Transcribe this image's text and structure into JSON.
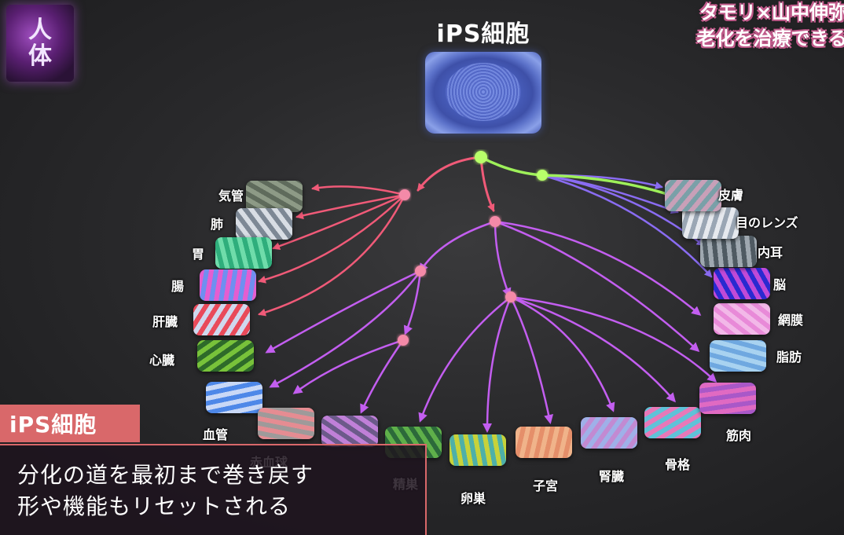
{
  "logo": {
    "text_top": "人",
    "text_bottom": "体"
  },
  "header": {
    "line1": "タモリ×山中伸弥",
    "line2": "老化を治療できる"
  },
  "title": "iPS細胞",
  "caption": {
    "tag": "iPS細胞",
    "line1": "分化の道を最初まで巻き戻す",
    "line2": "形や機能もリセットされる"
  },
  "cells": [
    {
      "id": "kikan",
      "label": "気管",
      "colors": [
        "#8d9a86",
        "#5f6b5c"
      ]
    },
    {
      "id": "hai",
      "label": "肺",
      "colors": [
        "#d8dde4",
        "#7d8895"
      ]
    },
    {
      "id": "i",
      "label": "胃",
      "colors": [
        "#6fdcaa",
        "#2fae7c"
      ]
    },
    {
      "id": "cho",
      "label": "腸",
      "colors": [
        "#e45ed0",
        "#6f8ff0"
      ]
    },
    {
      "id": "kanzo",
      "label": "肝臓",
      "colors": [
        "#e94a5a",
        "#cfd8ee"
      ]
    },
    {
      "id": "shinzo",
      "label": "心臓",
      "colors": [
        "#78c23a",
        "#2e6a2a"
      ]
    },
    {
      "id": "kekkan",
      "label": "血管",
      "colors": [
        "#4e88e8",
        "#c9d8f6"
      ]
    },
    {
      "id": "sekkekkyu",
      "label": "赤血球",
      "colors": [
        "#e58c92",
        "#9e9a9a"
      ]
    },
    {
      "id": "hakkekkyu",
      "label": "",
      "colors": [
        "#c080d8",
        "#6c5a8a"
      ]
    },
    {
      "id": "seiso",
      "label": "精巣",
      "colors": [
        "#5fb04a",
        "#2c6a3a"
      ]
    },
    {
      "id": "ransou",
      "label": "卵巣",
      "colors": [
        "#c7d23a",
        "#4eb0a8"
      ]
    },
    {
      "id": "shikyu",
      "label": "子宮",
      "colors": [
        "#f0b38a",
        "#e58f6a"
      ]
    },
    {
      "id": "jinzo",
      "label": "腎臓",
      "colors": [
        "#9fb0e8",
        "#c28ad2"
      ]
    },
    {
      "id": "kokkaku",
      "label": "骨格",
      "colors": [
        "#e878b8",
        "#5fc2d8"
      ]
    },
    {
      "id": "kinniku",
      "label": "筋肉",
      "colors": [
        "#a958c8",
        "#e06ac2"
      ]
    },
    {
      "id": "shibou",
      "label": "脂肪",
      "colors": [
        "#a8d2f0",
        "#6fa8e0"
      ]
    },
    {
      "id": "moumaku",
      "label": "網膜",
      "colors": [
        "#e88ad8",
        "#f2b8e8"
      ]
    },
    {
      "id": "nou",
      "label": "脳",
      "colors": [
        "#c04ad8",
        "#2a2ad0"
      ]
    },
    {
      "id": "naiji",
      "label": "内耳",
      "colors": [
        "#9fa8b0",
        "#4f5a62"
      ]
    },
    {
      "id": "lens",
      "label": "目のレンズ",
      "colors": [
        "#e6e9ee",
        "#9aa6b4"
      ]
    },
    {
      "id": "hifu",
      "label": "皮膚",
      "colors": [
        "#c8a0b8",
        "#7aa0a8"
      ]
    }
  ]
}
